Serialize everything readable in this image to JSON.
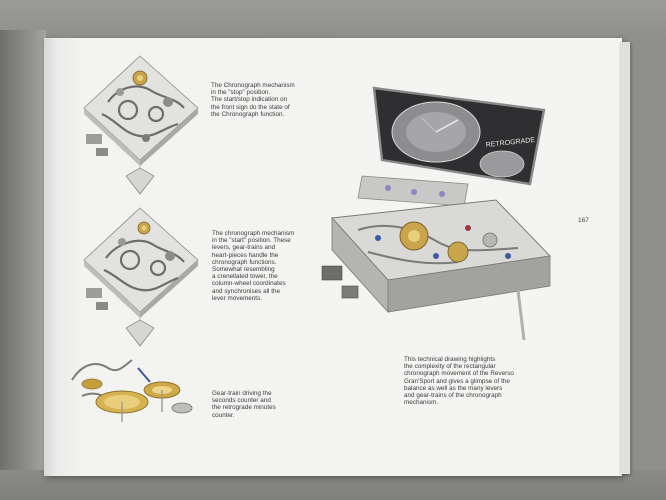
{
  "page": {
    "number": "167",
    "captions": {
      "stop_position": "The Chronograph mechanism\nin the \"stop\" position.\nThe start/stop indication on\nthe front sign do the state of\nthe Chronograph function.",
      "start_position": "The chronograph mechanism\nin the \"start\" position. These\nlevers, gear-trains and\nheart-pieces handle the\nchronograph functions.\nSomewhat resembling\na crenellated tower, the\ncolumn-wheel coordinates\nand synchronises all the\nlever movements.",
      "gear_train": "Gear-train driving the\nseconds counter and\nthe retrograde minutes\ncounter.",
      "technical_drawing": "This technical drawing highlights\nthe complexity of the rectangular\nchronograph movement of the Reverso\nGran'Sport and gives a glimpse of the\nbalance as well as the many levers\nand gear-trains of the chronograph\nmechanism."
    },
    "dial_text": {
      "retrograde": "RETROGRADE"
    }
  }
}
